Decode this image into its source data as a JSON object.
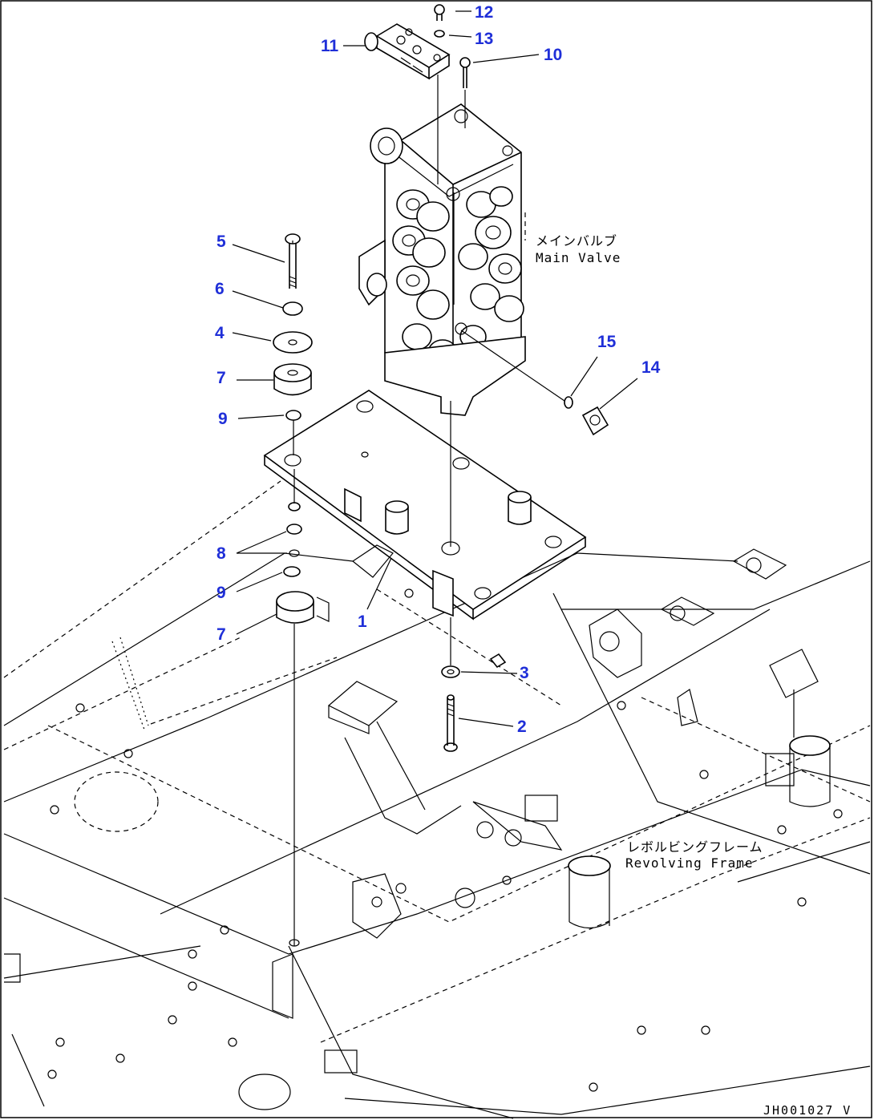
{
  "callouts": {
    "c1": "1",
    "c2": "2",
    "c3": "3",
    "c4": "4",
    "c5": "5",
    "c6": "6",
    "c7a": "7",
    "c7b": "7",
    "c8": "8",
    "c9a": "9",
    "c9b": "9",
    "c10": "10",
    "c11": "11",
    "c12": "12",
    "c13": "13",
    "c14": "14",
    "c15": "15"
  },
  "labels": {
    "main_valve_jp": "メインバルブ",
    "main_valve_en": "Main Valve",
    "revolving_frame_jp": "レボルビングフレーム",
    "revolving_frame_en": "Revolving Frame"
  },
  "drawing_code": "JH001027 V",
  "colors": {
    "callout": "#1f2fd8",
    "line": "#000000",
    "background": "#ffffff"
  }
}
